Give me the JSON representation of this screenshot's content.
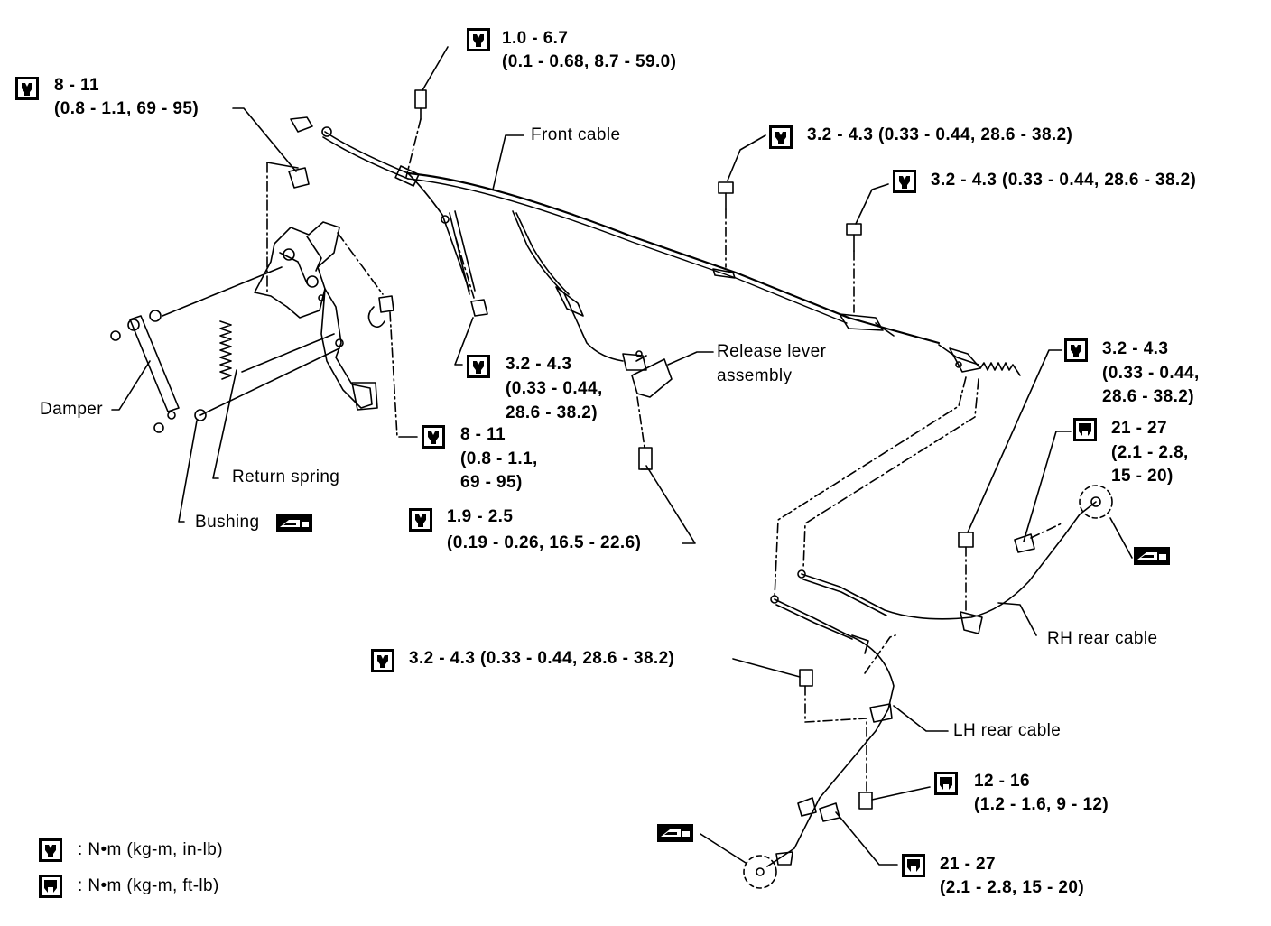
{
  "torques": {
    "t1": {
      "line1": "1.0 - 6.7",
      "line2": "(0.1 - 0.68, 8.7 - 59.0)"
    },
    "t2": {
      "line1": "8 - 11",
      "line2": "(0.8 - 1.1, 69 - 95)"
    },
    "t3": {
      "line1": "3.2 - 4.3 (0.33 - 0.44, 28.6 - 38.2)"
    },
    "t4": {
      "line1": "3.2 - 4.3 (0.33 - 0.44, 28.6 - 38.2)"
    },
    "t5": {
      "line1": "3.2 - 4.3",
      "line2": "(0.33 - 0.44,",
      "line3": "28.6 - 38.2)"
    },
    "t6": {
      "line1": "8 - 11",
      "line2": "(0.8 - 1.1,",
      "line3": "69 - 95)"
    },
    "t7": {
      "line1": "1.9 - 2.5",
      "line2": "(0.19 - 0.26, 16.5 - 22.6)"
    },
    "t8": {
      "line1": "3.2 - 4.3",
      "line2": "(0.33 - 0.44,",
      "line3": "28.6 - 38.2)"
    },
    "t9": {
      "line1": "21 - 27",
      "line2": "(2.1 - 2.8,",
      "line3": "15 - 20)"
    },
    "t10": {
      "line1": "3.2 - 4.3 (0.33 - 0.44, 28.6 - 38.2)"
    },
    "t11": {
      "line1": "12 - 16",
      "line2": "(1.2 - 1.6, 9 - 12)"
    },
    "t12": {
      "line1": "21 - 27",
      "line2": "(2.1 - 2.8, 15 - 20)"
    }
  },
  "parts": {
    "front_cable": "Front cable",
    "release_lever_1": "Release lever",
    "release_lever_2": "assembly",
    "damper": "Damper",
    "return_spring": "Return spring",
    "bushing": "Bushing",
    "rh_rear_cable": "RH rear cable",
    "lh_rear_cable": "LH rear cable"
  },
  "legend": {
    "nm_inlb": ": N•m (kg-m, in-lb)",
    "nm_ftlb": ": N•m (kg-m, ft-lb)"
  },
  "icons": {
    "torque_inlb": "torque-wrench-in-lb-icon",
    "torque_ftlb": "torque-wrench-ft-lb-icon",
    "grease": "grease-icon"
  }
}
